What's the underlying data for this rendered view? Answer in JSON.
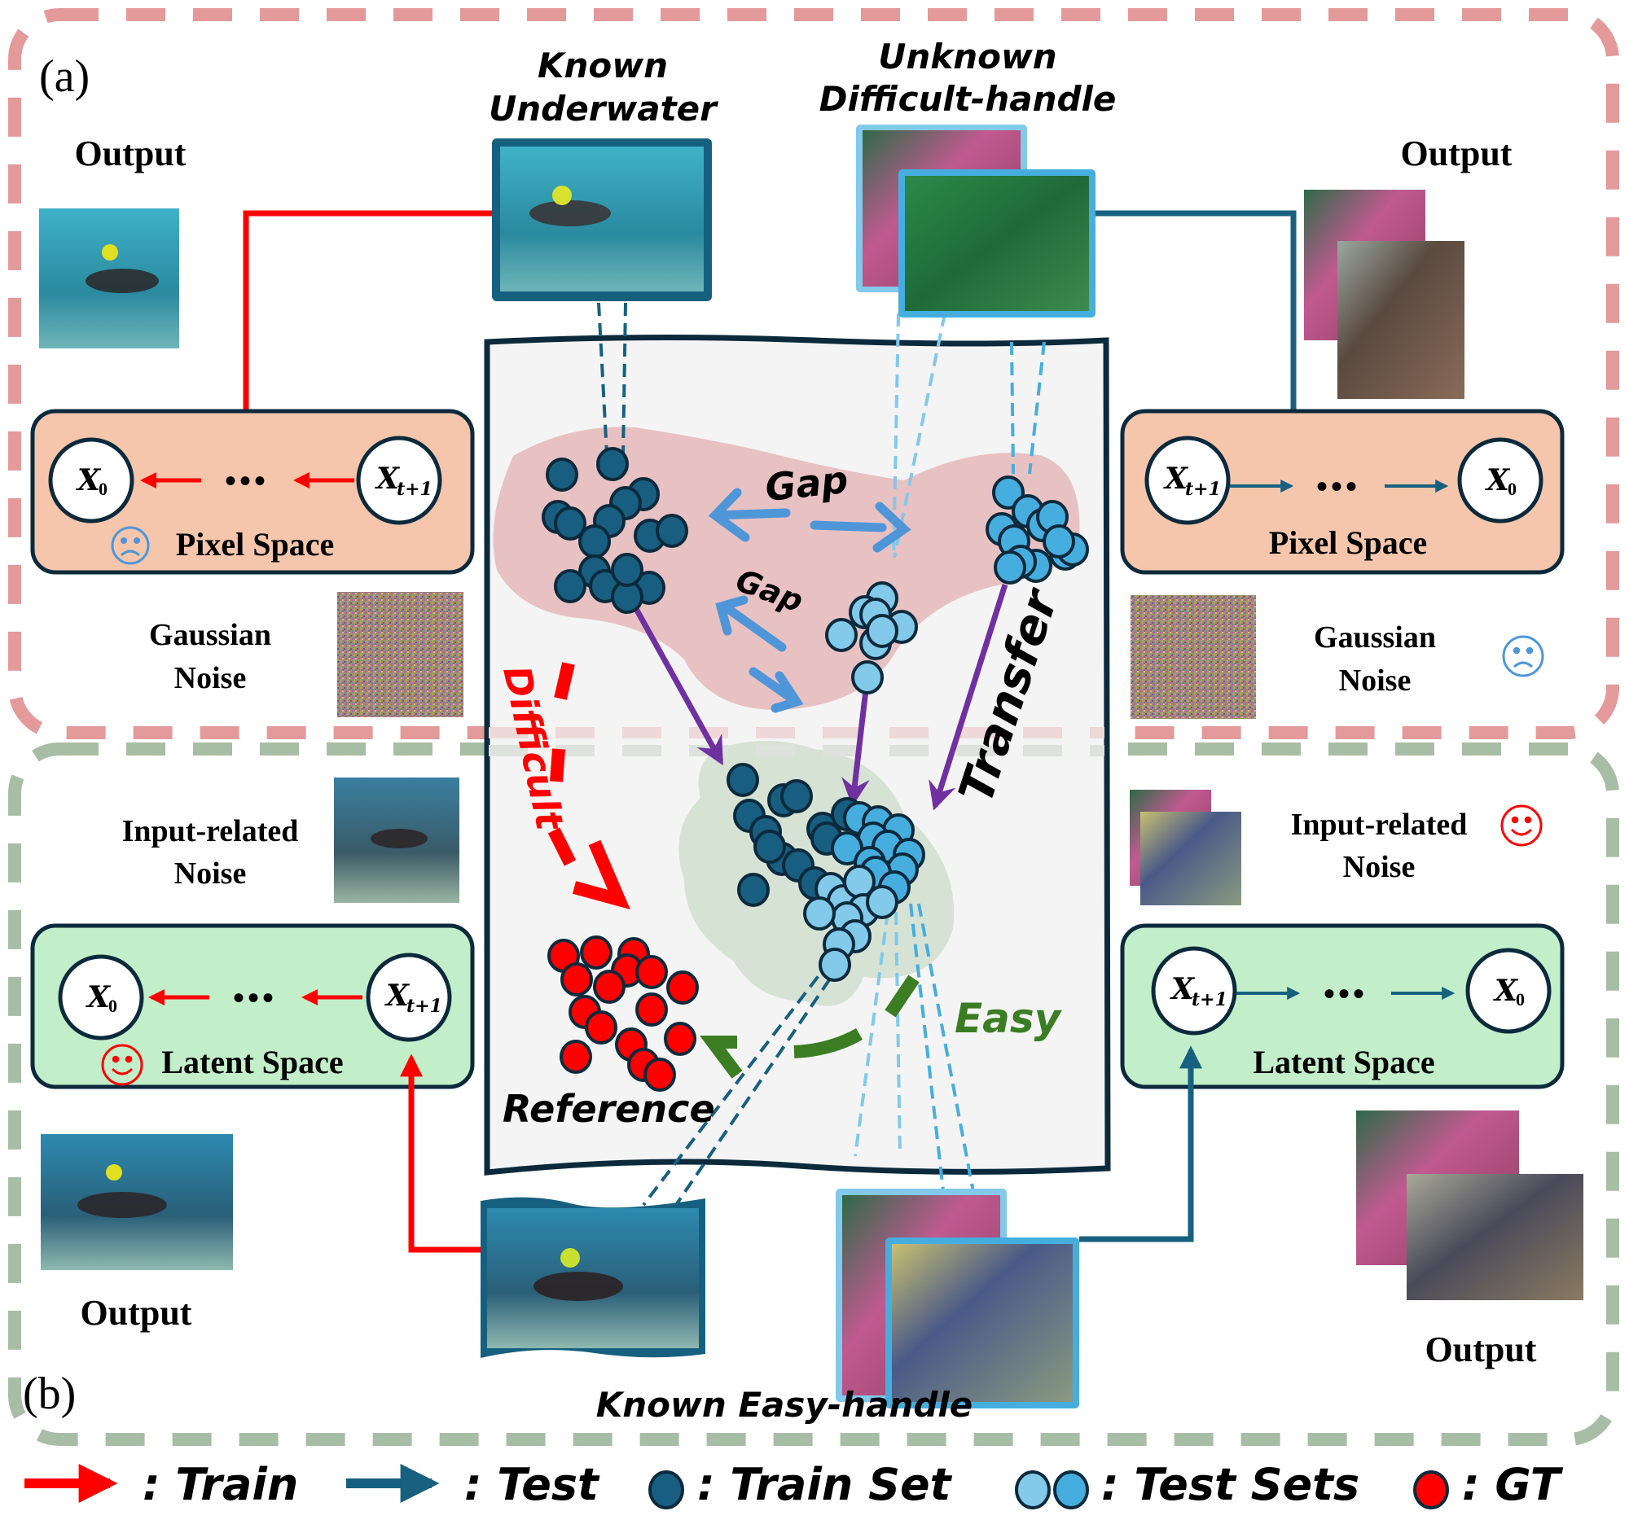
{
  "colors": {
    "train_arrow": "#ff0000",
    "test_arrow": "#17607f",
    "train_dot": "#185e80",
    "test_dot_light": "#82c9ea",
    "test_dot_mid": "#45aedf",
    "gt_dot": "#ff0000",
    "pink_frame": "#e49a9a",
    "green_frame": "#a8bda5",
    "pixel_box_fill": "#f5c6ab",
    "latent_box_fill": "#c2efc9",
    "gap_arrow": "#4f96d8",
    "transfer_arrow": "#7030a0",
    "difficult": "#ff0000",
    "easy": "#3a7d22",
    "sad_face": "#4f96d8",
    "happy_face": "#ff0000"
  },
  "panel_a": {
    "label": "(a)",
    "left": {
      "output_label": "Output",
      "space_label": "Pixel Space",
      "node_start": "X",
      "node_start_sub": "t+1",
      "node_end": "X",
      "node_end_sub": "0",
      "ellipsis": "•••",
      "noise_line1": "Gaussian",
      "noise_line2": "Noise",
      "face_icon": "sad-face"
    },
    "right": {
      "output_label": "Output",
      "space_label": "Pixel Space",
      "node_start": "X",
      "node_start_sub": "t+1",
      "node_end": "X",
      "node_end_sub": "0",
      "ellipsis": "•••",
      "noise_line1": "Gaussian",
      "noise_line2": "Noise",
      "face_icon": "sad-face"
    },
    "known_label_line1": "Known",
    "known_label_line2": "Underwater",
    "unknown_label_line1": "Unknown",
    "unknown_label_line2": "Difficult-handle"
  },
  "panel_b": {
    "label": "(b)",
    "left": {
      "output_label": "Output",
      "space_label": "Latent Space",
      "node_start": "X",
      "node_start_sub": "t+1",
      "node_end": "X",
      "node_end_sub": "0",
      "ellipsis": "•••",
      "noise_line1": "Input-related",
      "noise_line2": "Noise",
      "face_icon": "happy-face"
    },
    "right": {
      "output_label": "Output",
      "space_label": "Latent Space",
      "node_start": "X",
      "node_start_sub": "t+1",
      "node_end": "X",
      "node_end_sub": "0",
      "ellipsis": "•••",
      "noise_line1": "Input-related",
      "noise_line2": "Noise",
      "face_icon": "happy-face"
    },
    "known_easy_label": "Known Easy-handle"
  },
  "center": {
    "gap_top": "Gap",
    "gap_bottom": "Gap",
    "transfer": "Transfer",
    "difficult": "Difficult",
    "easy": "Easy",
    "reference": "Reference"
  },
  "legend": {
    "train": ": Train",
    "test": ": Test",
    "train_set": ": Train Set",
    "test_sets": ": Test Sets",
    "gt": ": GT"
  }
}
